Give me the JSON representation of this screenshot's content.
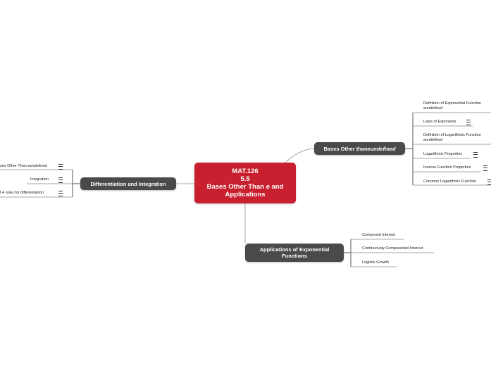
{
  "central": {
    "line1": "MAT.126",
    "line2": "5.5",
    "line3_a": "Bases Other Than ",
    "line3_b": "e",
    "line3_c": " and",
    "line4": "Applications"
  },
  "branches": {
    "bases": {
      "label_a": "Bases Other than ",
      "label_b": "eundefined"
    },
    "diff": {
      "label": "Differentiation and Integration"
    },
    "apps": {
      "line1": "Applications of Exponential",
      "line2": "Functions"
    }
  },
  "bases_children": [
    {
      "label": "Definition of Exponential Function",
      "sub": "aundefined"
    },
    {
      "label": "Laws of Exponents"
    },
    {
      "label": "Definition of Logarithmic Function",
      "sub": "aundefined"
    },
    {
      "label": "Logarithmic Properties"
    },
    {
      "label": "Inverse Function Properties"
    },
    {
      "label": "Common Logarithmic Function"
    }
  ],
  "diff_children": [
    {
      "label_a": "ses Other Than ",
      "label_b": "eundefined"
    },
    {
      "label": "Integration"
    },
    {
      "label": "f 4 rules for differentiation"
    }
  ],
  "apps_children": [
    {
      "label": "Compound Interest"
    },
    {
      "label": "Continuously Compounded Interest"
    },
    {
      "label": "Logistic Growth"
    }
  ],
  "colors": {
    "central": "#c8202f",
    "branch": "#4a4a4a",
    "connector": "#aaaaaa",
    "underline": "#888888"
  },
  "icons": {
    "note": "note-lines-icon"
  }
}
